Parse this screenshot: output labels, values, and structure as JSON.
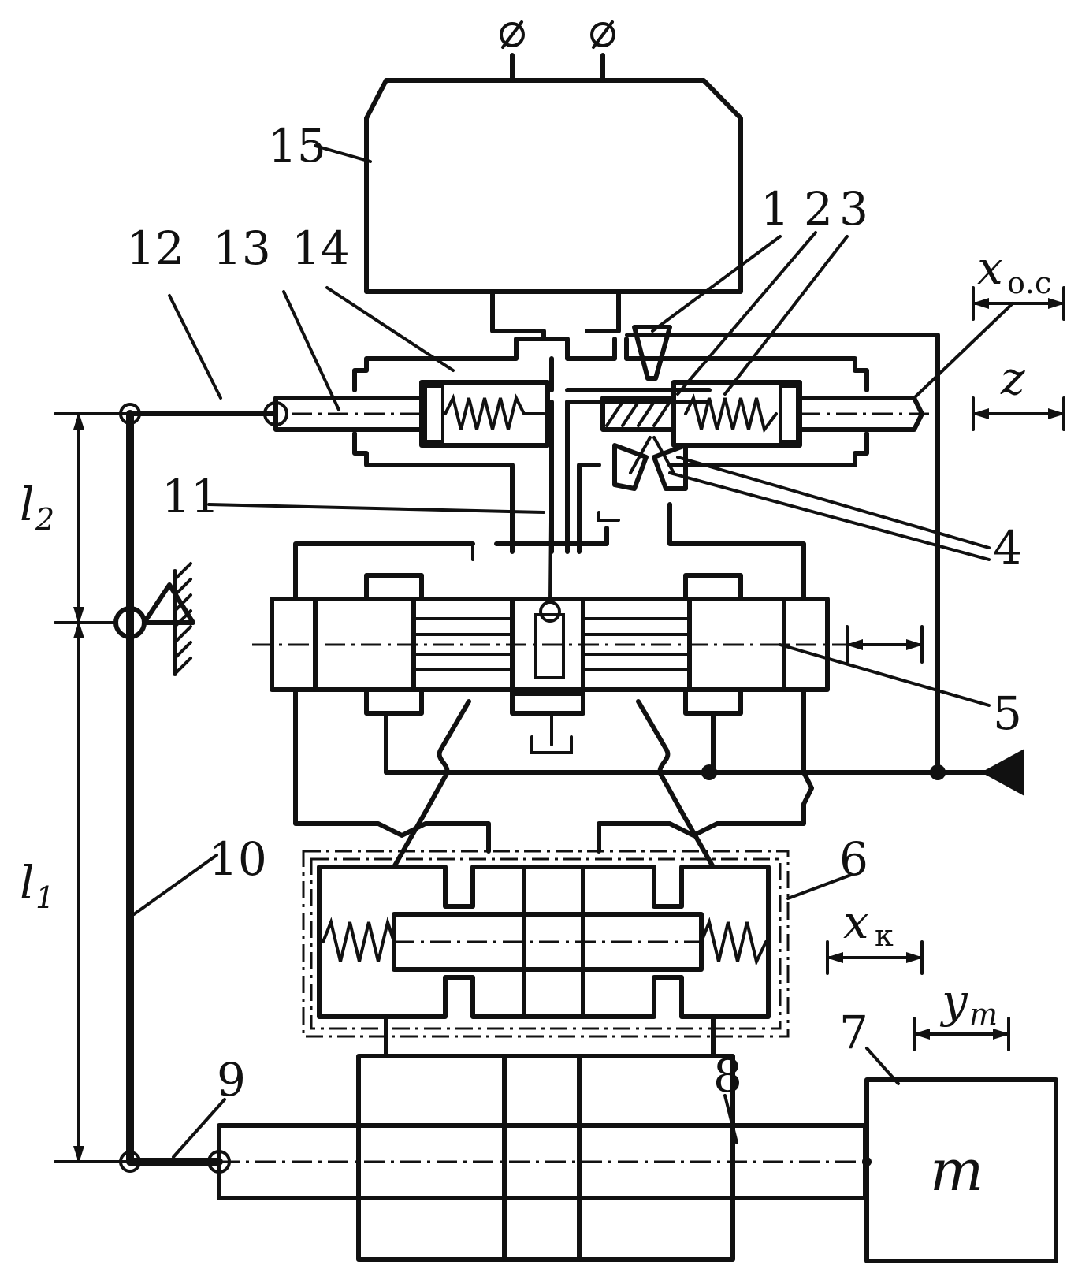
{
  "labels": {
    "n1": "1",
    "n2": "2",
    "n3": "3",
    "n4": "4",
    "n5": "5",
    "n6": "6",
    "n7": "7",
    "n8": "8",
    "n9": "9",
    "n10": "10",
    "n11": "11",
    "n12": "12",
    "n13": "13",
    "n14": "14",
    "n15": "15"
  },
  "symbols": {
    "x_os_main": "x",
    "x_os_sub": "о.с",
    "z": "z",
    "x_k_main": "x",
    "x_k_sub": "к",
    "y_m_main": "y",
    "y_m_sub": "m",
    "mass": "m",
    "l1_main": "l",
    "l1_sub": "1",
    "l2_main": "l",
    "l2_sub": "2"
  }
}
